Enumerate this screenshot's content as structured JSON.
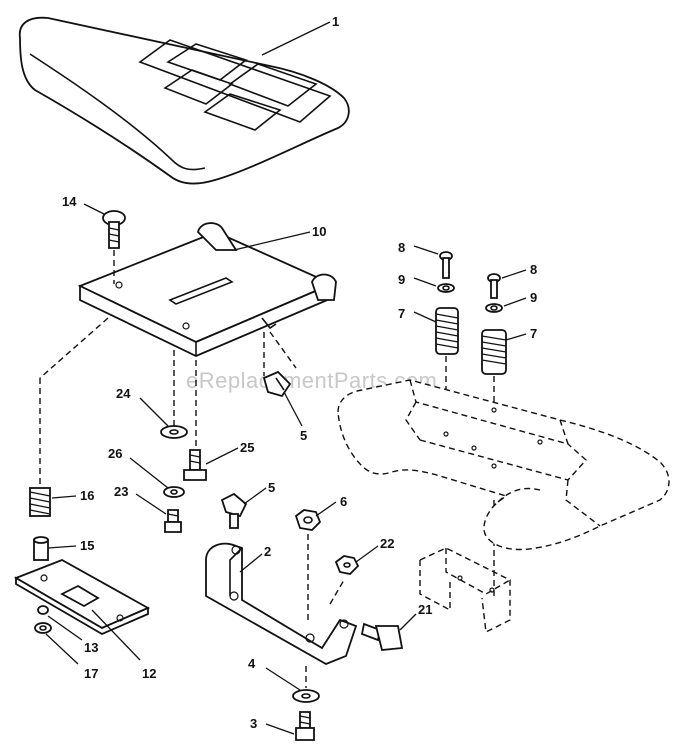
{
  "watermark": "eReplacementParts.com",
  "callouts": {
    "p1": "1",
    "p14": "14",
    "p10": "10",
    "p8a": "8",
    "p9a": "9",
    "p7a": "7",
    "p8b": "8",
    "p9b": "9",
    "p7b": "7",
    "p5a": "5",
    "p24": "24",
    "p25": "25",
    "p26": "26",
    "p23": "23",
    "p16": "16",
    "p15": "15",
    "p5b": "5",
    "p6": "6",
    "p2": "2",
    "p22": "22",
    "p21": "21",
    "p13": "13",
    "p17": "17",
    "p12": "12",
    "p4": "4",
    "p3": "3"
  }
}
